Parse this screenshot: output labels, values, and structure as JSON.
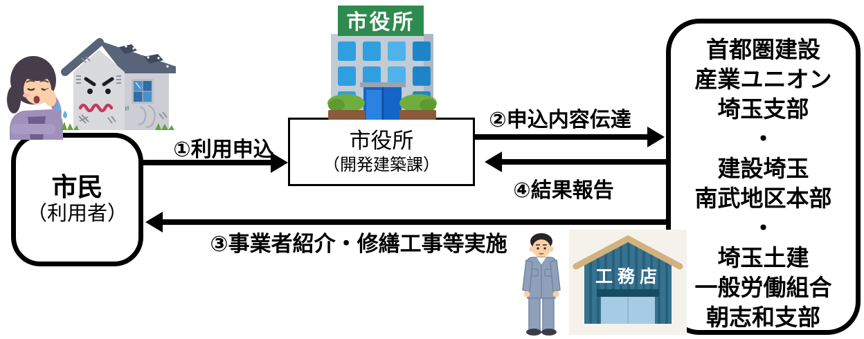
{
  "palette": {
    "arrow_black": "#000000",
    "box_border": "#000000",
    "sign_green": "#2e8a4e",
    "window_blue": "#2f9fe0",
    "door_blue": "#1565c8",
    "house_gray": "#d9dade",
    "roof_gray": "#59637a",
    "workshop_teal": "#357390",
    "roof_tan": "#d3b27f",
    "shutter_blue": "#a5cbe5",
    "sweater_purple": "#9e90bb",
    "coverall_blue": "#8fa0ba"
  },
  "nodes": {
    "citizen": {
      "title": "市民",
      "subtitle": "（利用者）"
    },
    "cityhall": {
      "title": "市役所",
      "subtitle": "（開発建築課）"
    },
    "union": {
      "lines": [
        "首都圏建設",
        "産業ユニオン",
        "埼玉支部",
        "・",
        "建設埼玉",
        "南武地区本部",
        "・",
        "埼玉土建",
        "一般労働組合",
        "朝志和支部"
      ]
    }
  },
  "arrows": {
    "apply": {
      "label": "①利用申込",
      "direction": "right"
    },
    "relay": {
      "label": "②申込内容伝達",
      "direction": "right"
    },
    "work": {
      "label": "③事業者紹介・修繕工事等実施",
      "direction": "left"
    },
    "report": {
      "label": "④結果報告",
      "direction": "left"
    }
  },
  "illustrations": {
    "cityhall_sign": "市役所",
    "workshop_sign": "工務店"
  }
}
